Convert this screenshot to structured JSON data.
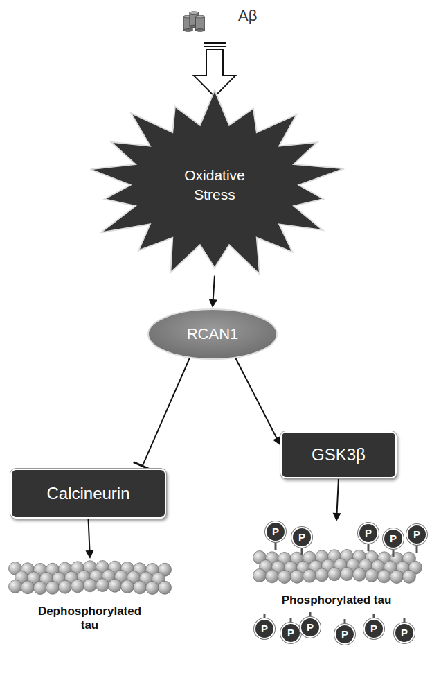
{
  "diagram": {
    "nodes": [
      {
        "text": [
          "Aβ"
        ]
      },
      {
        "text": [
          "Oxidative Stress"
        ]
      },
      {
        "text": [
          "RCAN1"
        ]
      },
      {
        "text": [
          "Calcineurin"
        ]
      },
      {
        "text": [
          "GSK3β"
        ]
      },
      {
        "text": [
          "Dephosphorylated tau"
        ]
      },
      {
        "text": [
          "Phosphorylated tau"
        ]
      }
    ],
    "edges": [
      {
        "from": 0,
        "to": 1,
        "arrow": "to"
      },
      {
        "from": 1,
        "to": 2,
        "arrow": "to"
      },
      {
        "from": 2,
        "to": 3,
        "arrow": "to"
      },
      {
        "from": 2,
        "to": 4,
        "arrow": "to"
      },
      {
        "from": 3,
        "to": 5,
        "arrow": "to"
      },
      {
        "from": 4,
        "to": 6,
        "arrow": "to"
      }
    ],
    "labels": [
      "P",
      "P",
      "P",
      "P",
      "P",
      "P",
      "P",
      "P",
      "P",
      "P",
      "P"
    ]
  }
}
